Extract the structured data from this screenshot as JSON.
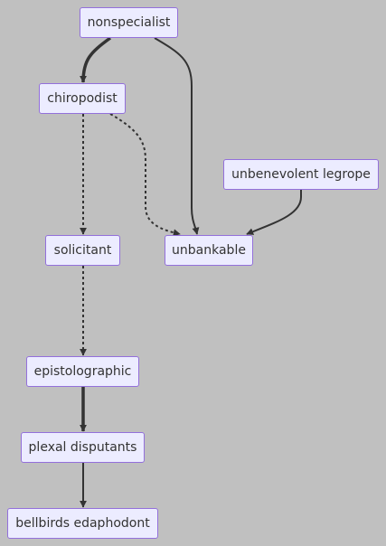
{
  "diagram": {
    "type": "flowchart",
    "colors": {
      "background": "#c0c0c0",
      "node_fill": "#ececff",
      "node_border": "#9370db",
      "edge": "#333333",
      "text": "#333333"
    },
    "nodes": [
      {
        "id": "nonspecialist",
        "label": "nonspecialist"
      },
      {
        "id": "chiropodist",
        "label": "chiropodist"
      },
      {
        "id": "unbenevolent_legrope",
        "label": "unbenevolent legrope"
      },
      {
        "id": "solicitant",
        "label": "solicitant"
      },
      {
        "id": "unbankable",
        "label": "unbankable"
      },
      {
        "id": "epistolographic",
        "label": "epistolographic"
      },
      {
        "id": "plexal_disputants",
        "label": "plexal disputants"
      },
      {
        "id": "bellbirds_edaphodont",
        "label": "bellbirds edaphodont"
      }
    ],
    "edges": [
      {
        "from": "nonspecialist",
        "to": "chiropodist",
        "style": "thick"
      },
      {
        "from": "nonspecialist",
        "to": "unbankable",
        "style": "solid"
      },
      {
        "from": "chiropodist",
        "to": "solicitant",
        "style": "dotted"
      },
      {
        "from": "chiropodist",
        "to": "unbankable",
        "style": "dotted"
      },
      {
        "from": "unbenevolent_legrope",
        "to": "unbankable",
        "style": "solid"
      },
      {
        "from": "solicitant",
        "to": "epistolographic",
        "style": "dotted"
      },
      {
        "from": "epistolographic",
        "to": "plexal_disputants",
        "style": "thick"
      },
      {
        "from": "plexal_disputants",
        "to": "bellbirds_edaphodont",
        "style": "solid"
      }
    ]
  }
}
